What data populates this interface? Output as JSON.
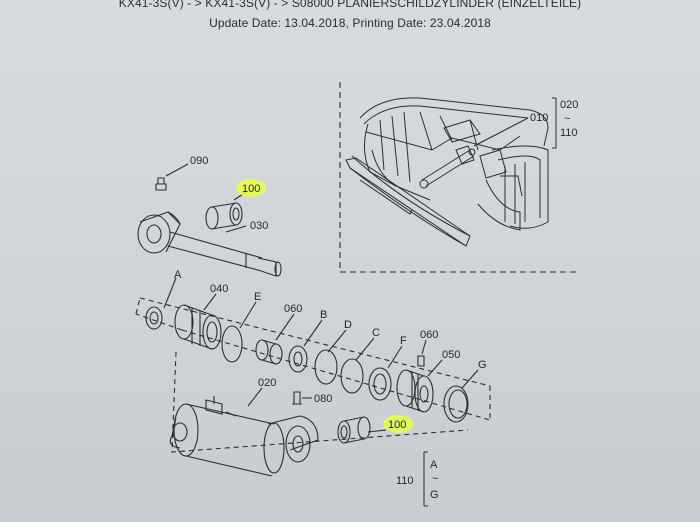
{
  "header": {
    "path": "KX41-3S(V) - > KX41-3S(V) - > S08000  PLANIERSCHILDZYLINDER (EINZELTEILE)",
    "dates": "Update Date: 13.04.2018, Printing Date: 23.04.2018"
  },
  "parts": {
    "p010": "010",
    "p020_range_top": "020",
    "p020_range_tilde": "~",
    "p020_range_bot": "110",
    "p090": "090",
    "p100_top": "100",
    "p030": "030",
    "pA": "A",
    "p040": "040",
    "pE": "E",
    "p060_a": "060",
    "pB": "B",
    "pD": "D",
    "pC": "C",
    "pF": "F",
    "p060_b": "060",
    "p050": "050",
    "pG": "G",
    "p020": "020",
    "p080": "080",
    "p100_bot": "100",
    "p110": "110",
    "kit_A": "A",
    "kit_tilde": "~",
    "kit_G": "G"
  },
  "highlight_color": "#e6ff4f"
}
